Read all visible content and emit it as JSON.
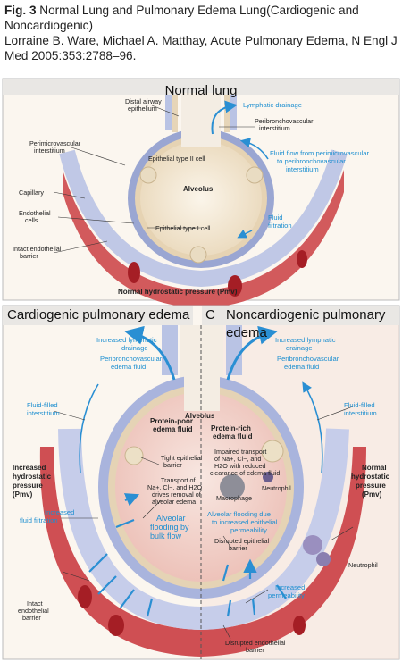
{
  "caption": {
    "fig_label": "Fig. 3",
    "title": "Normal Lung and Pulmonary Edema Lung(Cardiogenic and Noncardiogenic)",
    "citation": "Lorraine B. Ware, Michael A. Matthay, Acute Pulmonary Edema, N Engl J Med 2005:353:2788–96."
  },
  "normal": {
    "title": "Normal lung",
    "distal_airway": [
      "Distal airway",
      "epithelium"
    ],
    "lymphatic": "Lymphatic drainage",
    "peribronchovascular": [
      "Peribronchovascular",
      "interstitium"
    ],
    "fluid_flow": [
      "Fluid flow from perimicrovascular",
      "to peribronchovascular",
      "interstitium"
    ],
    "perimicrovascular": [
      "Perimicrovascular",
      "interstitium"
    ],
    "epithelial_type2": "Epithelial type II cell",
    "alveolus": "Alveolus",
    "capillary": "Capillary",
    "endothelial_cells": [
      "Endothelial",
      "cells"
    ],
    "epithelial_type1": "Epithelial type I cell",
    "fluid_filtration": [
      "Fluid",
      "filtration"
    ],
    "intact_barrier": [
      "Intact endothelial",
      "barrier"
    ],
    "pressure": "Normal hydrostatic pressure (Pmv)"
  },
  "cardio": {
    "title": "Cardiogenic pulmonary edema",
    "increased_lymphatic": [
      "Increased lymphatic",
      "drainage"
    ],
    "peribronchovascular_fluid": [
      "Peribronchovascular",
      "edema fluid"
    ],
    "fluid_filled": [
      "Fluid-filled",
      "interstitium"
    ],
    "protein_poor": [
      "Protein-poor",
      "edema fluid"
    ],
    "tight_barrier": [
      "Tight epithelial",
      "barrier"
    ],
    "transport": [
      "Transport of",
      "Na+, Cl−, and H2O",
      "drives removal of",
      "alveolar edema"
    ],
    "increased_pressure": [
      "Increased",
      "hydrostatic",
      "pressure",
      "(Pmv)"
    ],
    "increased_filtration": [
      "Increased",
      "fluid filtration"
    ],
    "flooding": [
      "Alveolar",
      "flooding by",
      "bulk flow"
    ],
    "intact_barrier": [
      "Intact",
      "endothelial",
      "barrier"
    ]
  },
  "noncardio": {
    "label_c": "C",
    "title": "Noncardiogenic pulmonary edema",
    "increased_lymphatic": [
      "Increased lymphatic",
      "drainage"
    ],
    "peribronchovascular_fluid": [
      "Peribronchovascular",
      "edema fluid"
    ],
    "alveolus": "Alveolus",
    "protein_rich": [
      "Protein-rich",
      "edema fluid"
    ],
    "fluid_filled": [
      "Fluid-filled",
      "interstitium"
    ],
    "impaired": [
      "Impaired transport",
      "of Na+, Cl−, and",
      "H2O with reduced",
      "clearance of edema fluid"
    ],
    "neutrophil": "Neutrophil",
    "macrophage": "Macrophage",
    "normal_pressure": [
      "Normal",
      "hydrostatic",
      "pressure",
      "(Pmv)"
    ],
    "flooding": [
      "Alveolar flooding due",
      "to increased epithelial",
      "permeability"
    ],
    "disrupted_epi": [
      "Disrupted epithelial",
      "barrier"
    ],
    "neutrophil2": "Neutrophil",
    "increased_perm": [
      "Increased",
      "permeability"
    ],
    "disrupted_endo": [
      "Disrupted endothelial",
      "barrier"
    ]
  },
  "colors": {
    "tissue": "#f6e9d7",
    "capillary": "#c9454a",
    "interstitium": "#b9c3e4",
    "alveolus": "#f4ede3",
    "edema": "#f1c9c7",
    "arrow": "#2a8fd3",
    "panel_bg": "#fbf6ef"
  }
}
